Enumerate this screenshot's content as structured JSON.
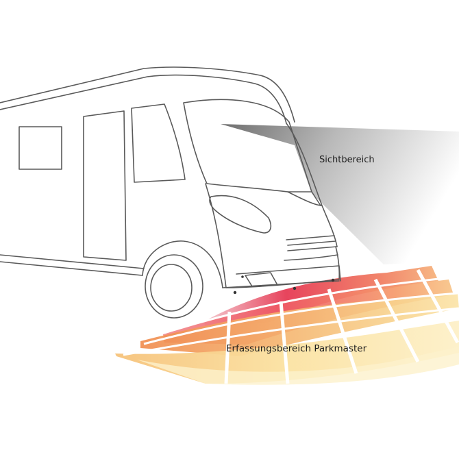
{
  "labels": {
    "view_area": "Sichtbereich",
    "detection_area": "Erfassungsbereich Parkmaster"
  },
  "colors": {
    "outline": "#5a5a5a",
    "view_area_dark": "#6e6e6e",
    "view_area_light": "#ffffff",
    "zone_near": "#e23a55",
    "zone_mid": "#f07a6a",
    "zone_far": "#f5b06a",
    "zone_outer": "#fbe6a8"
  },
  "sensor_count": 4
}
